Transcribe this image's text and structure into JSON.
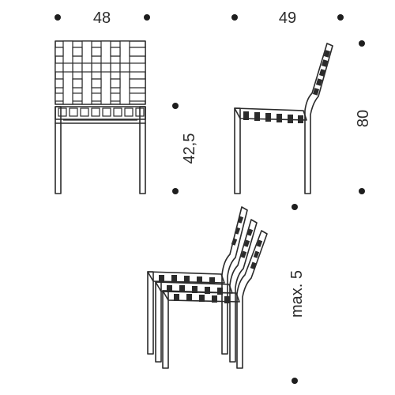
{
  "dimensions": {
    "width": "48",
    "depth": "49",
    "seat_height": "42,5",
    "height": "80",
    "stacking": "max. 5"
  },
  "colors": {
    "ink": "#2b2b2b",
    "background": "#ffffff"
  }
}
